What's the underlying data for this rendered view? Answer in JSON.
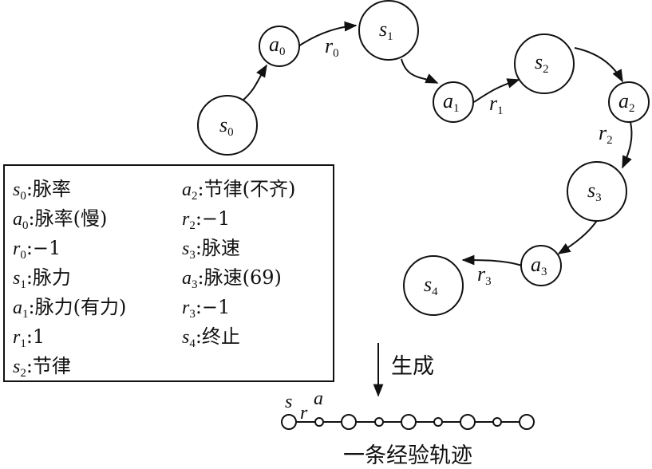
{
  "graph": {
    "nodes": [
      {
        "id": "s0",
        "var": "s",
        "sub": "0"
      },
      {
        "id": "a0",
        "var": "a",
        "sub": "0"
      },
      {
        "id": "s1",
        "var": "s",
        "sub": "1"
      },
      {
        "id": "a1",
        "var": "a",
        "sub": "1"
      },
      {
        "id": "s2",
        "var": "s",
        "sub": "2"
      },
      {
        "id": "a2",
        "var": "a",
        "sub": "2"
      },
      {
        "id": "s3",
        "var": "s",
        "sub": "3"
      },
      {
        "id": "a3",
        "var": "a",
        "sub": "3"
      },
      {
        "id": "s4",
        "var": "s",
        "sub": "4"
      }
    ],
    "rewards": [
      {
        "var": "r",
        "sub": "0"
      },
      {
        "var": "r",
        "sub": "1"
      },
      {
        "var": "r",
        "sub": "2"
      },
      {
        "var": "r",
        "sub": "3"
      }
    ]
  },
  "legend": {
    "left": [
      {
        "var": "s",
        "sub": "0",
        "text": ":脉率"
      },
      {
        "var": "a",
        "sub": "0",
        "text": ":脉率(慢)"
      },
      {
        "var": "r",
        "sub": "0",
        "text": ":−1"
      },
      {
        "var": "s",
        "sub": "1",
        "text": ":脉力"
      },
      {
        "var": "a",
        "sub": "1",
        "text": ":脉力(有力)"
      },
      {
        "var": "r",
        "sub": "1",
        "text": ":1"
      },
      {
        "var": "s",
        "sub": "2",
        "text": ":节律"
      }
    ],
    "right": [
      {
        "var": "a",
        "sub": "2",
        "text": ":节律(不齐)"
      },
      {
        "var": "r",
        "sub": "2",
        "text": ":−1"
      },
      {
        "var": "s",
        "sub": "3",
        "text": ":脉速"
      },
      {
        "var": "a",
        "sub": "3",
        "text": ":脉速(69)"
      },
      {
        "var": "r",
        "sub": "3",
        "text": ":−1"
      },
      {
        "var": "s",
        "sub": "4",
        "text": ":终止"
      }
    ]
  },
  "generate_label": "生成",
  "trajectory": {
    "labels": {
      "s": "s",
      "r": "r",
      "a": "a"
    },
    "caption": "一条经验轨迹"
  }
}
